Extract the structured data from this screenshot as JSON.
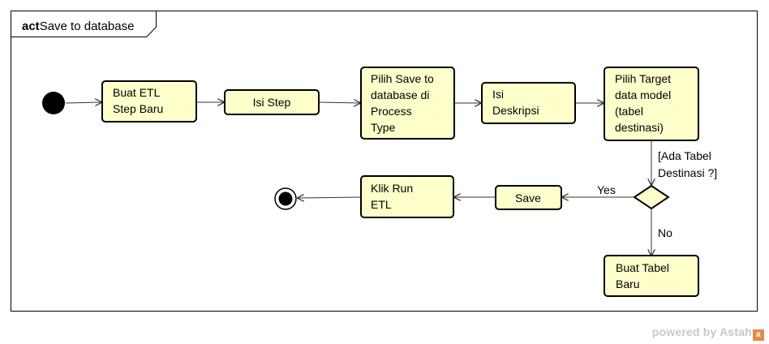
{
  "frame": {
    "keyword": "act",
    "name": "Save to database"
  },
  "actions": {
    "buat_etl": [
      "Buat ETL",
      "Step Baru"
    ],
    "isi_step": [
      "Isi Step"
    ],
    "pilih_save": [
      "Pilih Save to",
      "database di",
      "Process",
      "Type"
    ],
    "isi_deskripsi": [
      "Isi",
      "Deskripsi"
    ],
    "pilih_target": [
      "Pilih Target",
      "data model",
      "(tabel",
      "destinasi)"
    ],
    "save": [
      "Save"
    ],
    "klik_run": [
      "Klik Run",
      "ETL"
    ],
    "buat_tabel": [
      "Buat Tabel",
      "Baru"
    ]
  },
  "guards": {
    "decision": [
      "[Ada Tabel",
      "Destinasi ?]"
    ],
    "yes": "Yes",
    "no": "No"
  },
  "watermark": {
    "text": "powered by Astah",
    "logo": "a"
  },
  "colors": {
    "node_fill": "#ffffcc",
    "node_stroke": "#000000",
    "line": "#333333"
  }
}
